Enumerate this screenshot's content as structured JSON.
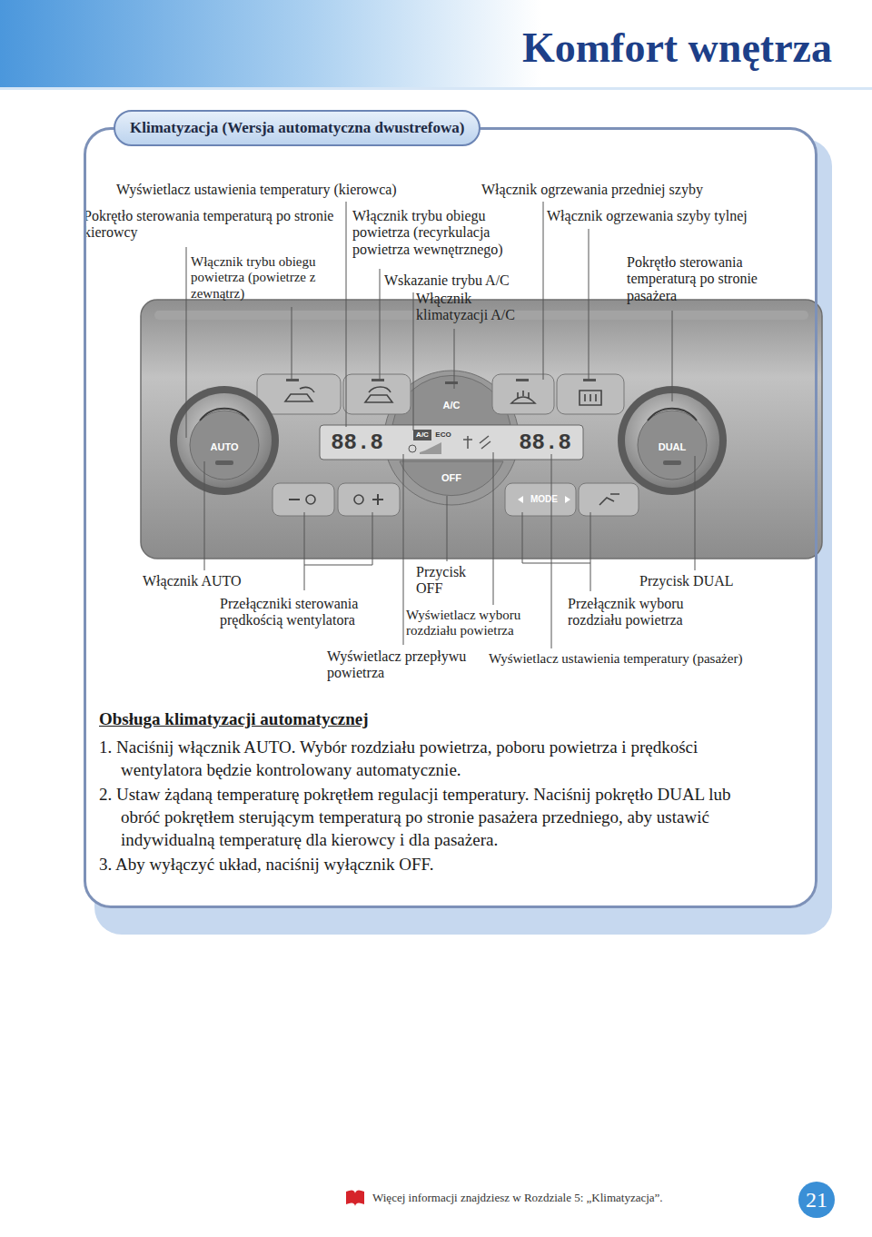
{
  "diagram": {
    "title": "Komfort wnętrza",
    "caption": "Więcej informacji znajdziesz w Rozdziale 5: „Klimatyzacja”.",
    "nodes": [
      {
        "text": [
          "Obsługa klimatyzacji automatycznej",
          "1. Naciśnij włącznik AUTO. Wybór rozdziału powietrza, poboru powietrza i prędkości wentylatora będzie kontrolowany automatycznie.",
          "2. Ustaw żądaną temperaturę pokrętłem regulacji temperatury. Naciśnij pokrętło DUAL lub obróć pokrętłem sterującym temperaturą po stronie pasażera przedniego, aby ustawić indywidualną temperaturę dla kierowcy i dla pasażera.",
          "3. Aby wyłączyć układ, naciśnij wyłącznik OFF."
        ]
      },
      {
        "text": [
          "Klimatyzacja (Wersja automatyczna dwustrefowa)"
        ]
      },
      {
        "text": [
          "21"
        ]
      }
    ],
    "edges": [],
    "labels": [
      "Wyświetlacz ustawienia temperatury (kierowca)",
      "Włącznik ogrzewania przedniej szyby",
      "Pokrętło sterowania temperaturą po stronie kierowcy",
      "Włącznik trybu obiegu powietrza (recyrkulacja powietrza wewnętrznego)",
      "Włącznik ogrzewania szyby tylnej",
      "Włącznik trybu obiegu powietrza (powietrze z zewnątrz)",
      "Pokrętło sterowania temperaturą po stronie pasażera",
      "Wskazanie trybu A/C",
      "Włącznik klimatyzacji A/C",
      "Włącznik AUTO",
      "Przycisk OFF",
      "Przycisk DUAL",
      "Przełączniki sterowania prędkością wentylatora",
      "Wyświetlacz wyboru rozdziału powietrza",
      "Przełącznik wyboru rozdziału powietrza",
      "Wyświetlacz przepływu powietrza",
      "Wyświetlacz ustawienia temperatury (pasażer)",
      "AUTO",
      "A/C",
      "88.8",
      "A/C",
      "ECO",
      "88.8",
      "DUAL",
      "OFF",
      "MODE"
    ]
  }
}
